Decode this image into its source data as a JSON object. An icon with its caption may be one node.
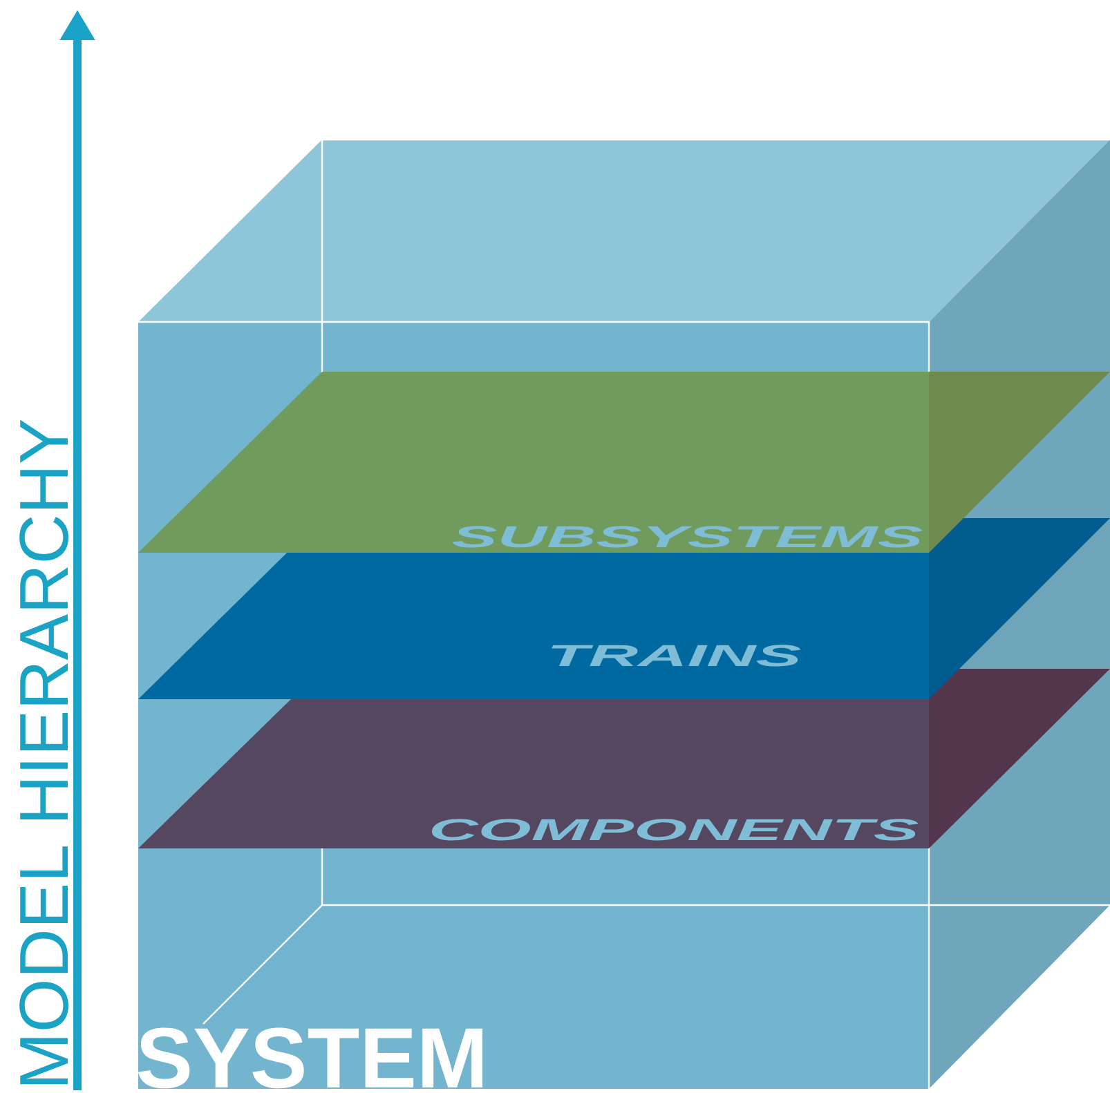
{
  "diagram": {
    "nodes": [
      {
        "text": [
          "SYSTEM"
        ]
      },
      {
        "text": [
          "SUBSYSTEMS"
        ],
        "in": 0
      },
      {
        "text": [
          "TRAINS"
        ],
        "in": 0
      },
      {
        "text": [
          "COMPONENTS"
        ],
        "in": 0
      }
    ],
    "labels": [
      "MODEL HIERARCHY"
    ]
  }
}
